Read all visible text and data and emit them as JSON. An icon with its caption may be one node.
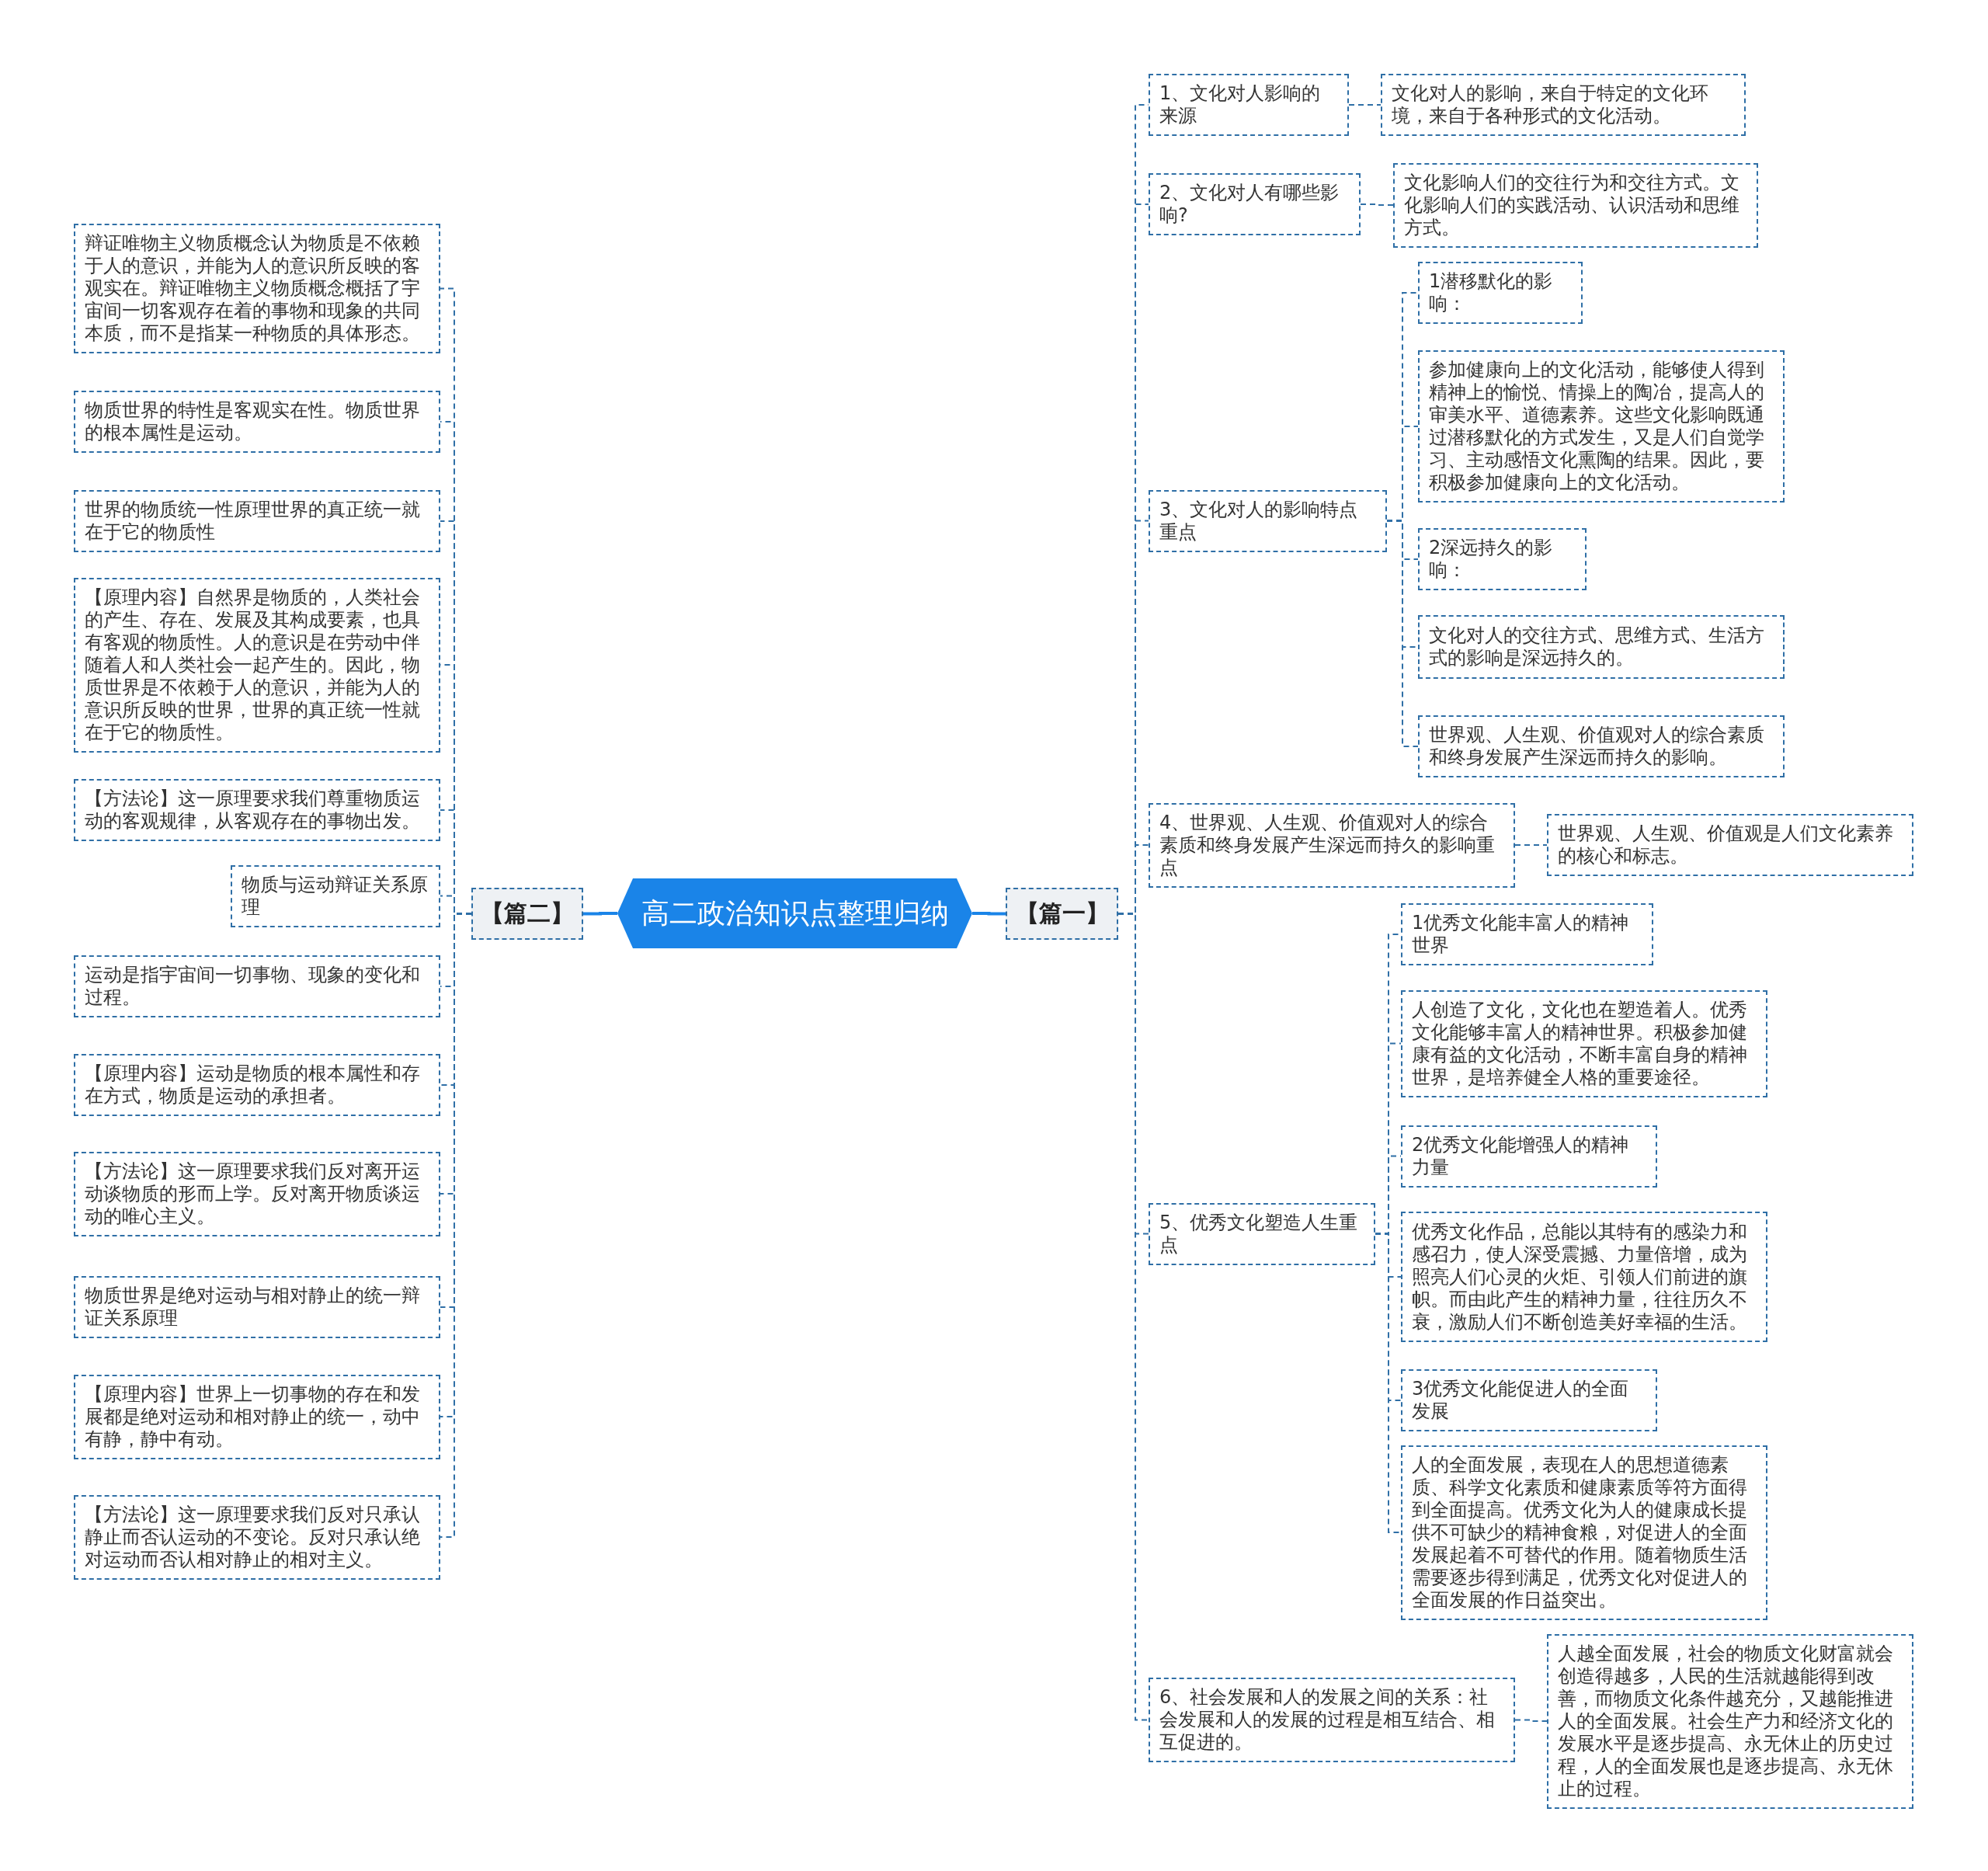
{
  "diagram": {
    "nodes": [
      {
        "text": [
          "高二政治知识点整理归纳"
        ]
      },
      {
        "text": [
          "【篇二】"
        ]
      },
      {
        "text": [
          "【篇一】"
        ]
      },
      {
        "text": [
          "辩证唯物主义物质概念认为物质是不依赖于人的意识，并能为人的意识所反映的客观实在。辩证唯物主义物质概念概括了宇宙间一切客观存在着的事物和现象的共同本质，而不是指某一种物质的具体形态。"
        ]
      },
      {
        "text": [
          "物质世界的特性是客观实在性。物质世界的根本属性是运动。"
        ]
      },
      {
        "text": [
          "世界的物质统一性原理世界的真正统一就在于它的物质性"
        ]
      },
      {
        "text": [
          "【原理内容】自然界是物质的，人类社会的产生、存在、发展及其构成要素，也具有客观的物质性。人的意识是在劳动中伴随着人和人类社会一起产生的。因此，物质世界是不依赖于人的意识，并能为人的意识所反映的世界，世界的真正统一性就在于它的物质性。"
        ]
      },
      {
        "text": [
          "【方法论】这一原理要求我们尊重物质运动的客观规律，从客观存在的事物出发。"
        ]
      },
      {
        "text": [
          "物质与运动辩证关系原理"
        ]
      },
      {
        "text": [
          "运动是指宇宙间一切事物、现象的变化和过程。"
        ]
      },
      {
        "text": [
          "【原理内容】运动是物质的根本属性和存在方式，物质是运动的承担者。"
        ]
      },
      {
        "text": [
          "【方法论】这一原理要求我们反对离开运动谈物质的形而上学。反对离开物质谈运动的唯心主义。"
        ]
      },
      {
        "text": [
          "物质世界是绝对运动与相对静止的统一辩证关系原理"
        ]
      },
      {
        "text": [
          "【原理内容】世界上一切事物的存在和发展都是绝对运动和相对静止的统一，动中有静，静中有动。"
        ]
      },
      {
        "text": [
          "【方法论】这一原理要求我们反对只承认静止而否认运动的不变论。反对只承认绝对运动而否认相对静止的相对主义。"
        ]
      },
      {
        "text": [
          "1、文化对人影响的来源"
        ]
      },
      {
        "text": [
          "文化对人的影响，来自于特定的文化环境，来自于各种形式的文化活动。"
        ]
      },
      {
        "text": [
          "2、文化对人有哪些影响?"
        ]
      },
      {
        "text": [
          "文化影响人们的交往行为和交往方式。文化影响人们的实践活动、认识活动和思维方式。"
        ]
      },
      {
        "text": [
          "3、文化对人的影响特点重点"
        ]
      },
      {
        "text": [
          "1潜移默化的影响："
        ]
      },
      {
        "text": [
          "参加健康向上的文化活动，能够使人得到精神上的愉悦、情操上的陶冶，提高人的审美水平、道德素养。这些文化影响既通过潜移默化的方式发生，又是人们自觉学习、主动感悟文化熏陶的结果。因此，要积极参加健康向上的文化活动。"
        ]
      },
      {
        "text": [
          "2深远持久的影响："
        ]
      },
      {
        "text": [
          "文化对人的交往方式、思维方式、生活方式的影响是深远持久的。"
        ]
      },
      {
        "text": [
          "世界观、人生观、价值观对人的综合素质和终身发展产生深远而持久的影响。"
        ]
      },
      {
        "text": [
          "4、世界观、人生观、价值观对人的综合素质和终身发展产生深远而持久的影响重点"
        ]
      },
      {
        "text": [
          "世界观、人生观、价值观是人们文化素养的核心和标志。"
        ]
      },
      {
        "text": [
          "5、优秀文化塑造人生重点"
        ]
      },
      {
        "text": [
          "1优秀文化能丰富人的精神世界"
        ]
      },
      {
        "text": [
          "人创造了文化，文化也在塑造着人。优秀文化能够丰富人的精神世界。积极参加健康有益的文化活动，不断丰富自身的精神世界，是培养健全人格的重要途径。"
        ]
      },
      {
        "text": [
          "2优秀文化能增强人的精神力量"
        ]
      },
      {
        "text": [
          "优秀文化作品，总能以其特有的感染力和感召力，使人深受震撼、力量倍增，成为照亮人们心灵的火炬、引领人们前进的旗帜。而由此产生的精神力量，往往历久不衰，激励人们不断创造美好幸福的生活。"
        ]
      },
      {
        "text": [
          "3优秀文化能促进人的全面发展"
        ]
      },
      {
        "text": [
          "人的全面发展，表现在人的思想道德素质、科学文化素质和健康素质等符方面得到全面提高。优秀文化为人的健康成长提供不可缺少的精神食粮，对促进人的全面发展起着不可替代的作用。随着物质生活需要逐步得到满足，优秀文化对促进人的全面发展的作日益突出。"
        ]
      },
      {
        "text": [
          "6、社会发展和人的发展之间的关系：社会发展和人的发展的过程是相互结合、相互促进的。"
        ]
      },
      {
        "text": [
          "人越全面发展，社会的物质文化财富就会创造得越多，人民的生活就越能得到改善，而物质文化条件越充分，又越能推进人的全面发展。社会生产力和经济文化的发展水平是逐步提高、永无休止的历史过程，人的全面发展也是逐步提高、永无休止的过程。"
        ]
      }
    ],
    "edges": [
      {
        "from": 0,
        "to": 1,
        "arrow": "none",
        "color": "#1a84e8"
      },
      {
        "from": 0,
        "to": 2,
        "arrow": "none",
        "color": "#1a84e8"
      },
      {
        "from": 1,
        "to": 3,
        "arrow": "none",
        "style": "dashed"
      },
      {
        "from": 1,
        "to": 4,
        "arrow": "none",
        "style": "dashed"
      },
      {
        "from": 1,
        "to": 5,
        "arrow": "none",
        "style": "dashed"
      },
      {
        "from": 1,
        "to": 6,
        "arrow": "none",
        "style": "dashed"
      },
      {
        "from": 1,
        "to": 7,
        "arrow": "none",
        "style": "dashed"
      },
      {
        "from": 1,
        "to": 8,
        "arrow": "none",
        "style": "dashed"
      },
      {
        "from": 1,
        "to": 9,
        "arrow": "none",
        "style": "dashed"
      },
      {
        "from": 1,
        "to": 10,
        "arrow": "none",
        "style": "dashed"
      },
      {
        "from": 1,
        "to": 11,
        "arrow": "none",
        "style": "dashed"
      },
      {
        "from": 1,
        "to": 12,
        "arrow": "none",
        "style": "dashed"
      },
      {
        "from": 1,
        "to": 13,
        "arrow": "none",
        "style": "dashed"
      },
      {
        "from": 1,
        "to": 14,
        "arrow": "none",
        "style": "dashed"
      },
      {
        "from": 2,
        "to": 15,
        "arrow": "none",
        "style": "dashed"
      },
      {
        "from": 2,
        "to": 17,
        "arrow": "none",
        "style": "dashed"
      },
      {
        "from": 2,
        "to": 19,
        "arrow": "none",
        "style": "dashed"
      },
      {
        "from": 2,
        "to": 25,
        "arrow": "none",
        "style": "dashed"
      },
      {
        "from": 2,
        "to": 27,
        "arrow": "none",
        "style": "dashed"
      },
      {
        "from": 2,
        "to": 34,
        "arrow": "none",
        "style": "dashed"
      },
      {
        "from": 15,
        "to": 16,
        "arrow": "none",
        "style": "dashed"
      },
      {
        "from": 17,
        "to": 18,
        "arrow": "none",
        "style": "dashed"
      },
      {
        "from": 19,
        "to": 20,
        "arrow": "none",
        "style": "dashed"
      },
      {
        "from": 19,
        "to": 21,
        "arrow": "none",
        "style": "dashed"
      },
      {
        "from": 19,
        "to": 22,
        "arrow": "none",
        "style": "dashed"
      },
      {
        "from": 19,
        "to": 23,
        "arrow": "none",
        "style": "dashed"
      },
      {
        "from": 19,
        "to": 24,
        "arrow": "none",
        "style": "dashed"
      },
      {
        "from": 25,
        "to": 26,
        "arrow": "none",
        "style": "dashed"
      },
      {
        "from": 27,
        "to": 28,
        "arrow": "none",
        "style": "dashed"
      },
      {
        "from": 27,
        "to": 29,
        "arrow": "none",
        "style": "dashed"
      },
      {
        "from": 27,
        "to": 30,
        "arrow": "none",
        "style": "dashed"
      },
      {
        "from": 27,
        "to": 31,
        "arrow": "none",
        "style": "dashed"
      },
      {
        "from": 27,
        "to": 32,
        "arrow": "none",
        "style": "dashed"
      },
      {
        "from": 27,
        "to": 33,
        "arrow": "none",
        "style": "dashed"
      },
      {
        "from": 34,
        "to": 35,
        "arrow": "none",
        "style": "dashed"
      }
    ]
  }
}
